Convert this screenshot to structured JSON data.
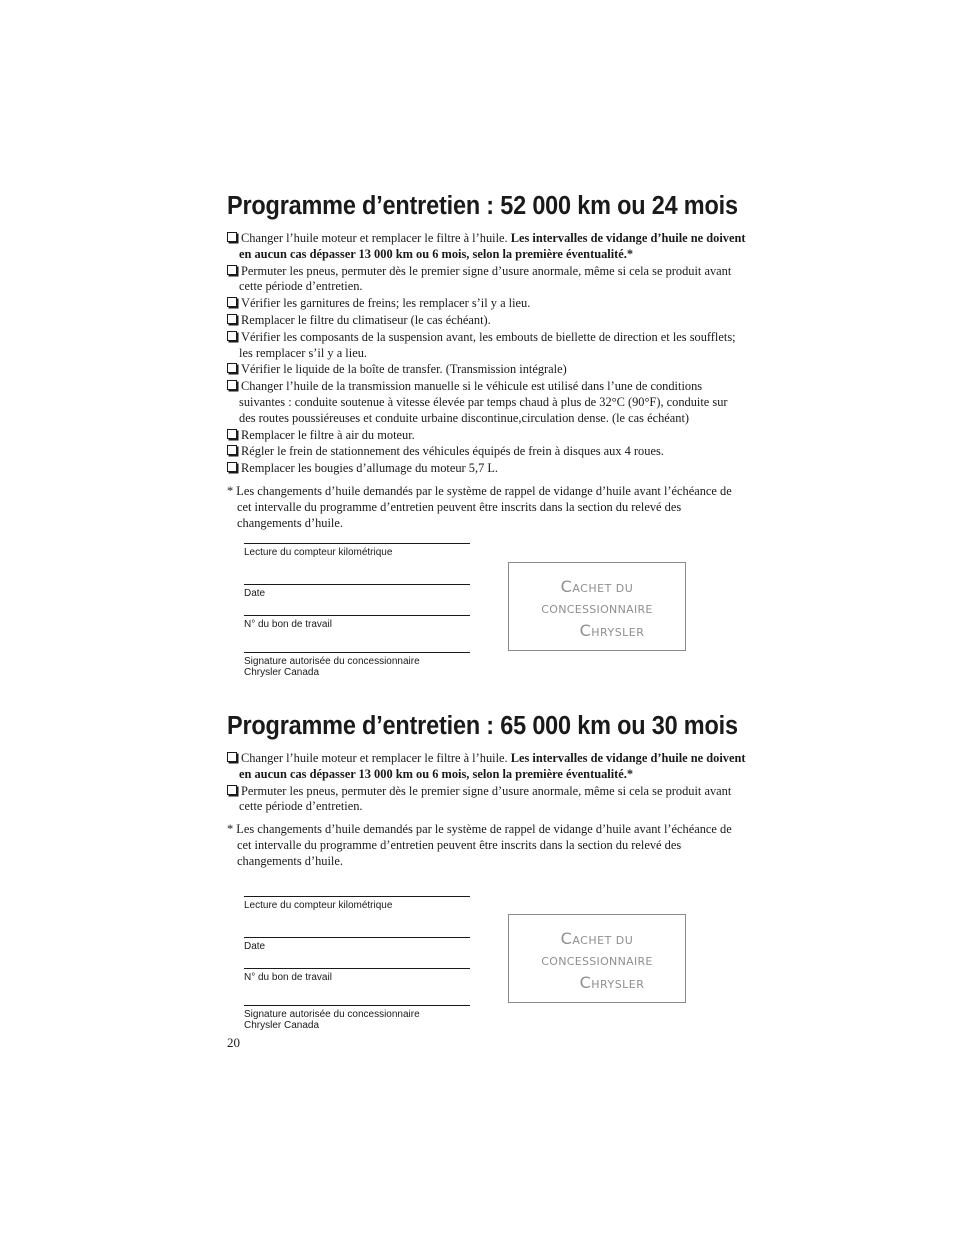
{
  "section1": {
    "title": "Programme d’entretien : 52 000 km ou 24 mois",
    "items": [
      {
        "text": "Changer l’huile moteur et remplacer le filtre à l’huile. ",
        "bold": "Les intervalles de vidange d’huile ne doivent en aucun cas dépasser 13 000 km ou 6 mois, selon la première éventualité.*"
      },
      {
        "text": "Permuter les pneus, permuter dès le premier signe d’usure anormale, même si cela se produit avant cette période d’entretien.",
        "bold": ""
      },
      {
        "text": "Vérifier les garnitures de freins; les remplacer s’il y a lieu.",
        "bold": ""
      },
      {
        "text": "Remplacer le filtre du climatiseur (le cas échéant).",
        "bold": ""
      },
      {
        "text": "Vérifier les composants de la suspension avant, les embouts de biellette de direction et les soufflets; les remplacer s’il y a lieu.",
        "bold": ""
      },
      {
        "text": "Vérifier le liquide de la boîte de transfer. (Transmission intégrale)",
        "bold": ""
      },
      {
        "text": "Changer l’huile de la transmission manuelle si le véhicule est utilisé dans l’une de conditions suivantes : conduite soutenue à vitesse élevée par temps chaud à plus de 32°C (90°F), conduite sur des routes poussiéreuses et conduite urbaine discontinue,circulation dense. (le cas échéant)",
        "bold": ""
      },
      {
        "text": "Remplacer le filtre à air du moteur.",
        "bold": ""
      },
      {
        "text": "Régler le frein de stationnement des véhicules équipés de frein à disques aux 4 roues.",
        "bold": ""
      },
      {
        "text": "Remplacer les bougies d’allumage du moteur 5,7 L.",
        "bold": ""
      }
    ],
    "note": "* Les changements d’huile demandés par le système de rappel de vidange d’huile avant l’échéance de cet intervalle du programme d’entretien peuvent être inscrits dans la section du relevé des changements d’huile."
  },
  "section2": {
    "title": "Programme d’entretien : 65 000 km ou 30 mois",
    "items": [
      {
        "text": "Changer l’huile moteur et remplacer le filtre à l’huile. ",
        "bold": "Les intervalles de vidange d’huile ne doivent en aucun cas dépasser 13 000 km ou 6 mois, selon la première éventualité.*"
      },
      {
        "text": "Permuter les pneus, permuter dès le premier signe d’usure anormale, même si cela se produit avant cette période d’entretien.",
        "bold": ""
      }
    ],
    "note": "* Les changements d’huile demandés par le système de rappel de vidange d’huile avant l’échéance de cet intervalle du programme d’entretien peuvent être inscrits dans la section du relevé des changements d’huile."
  },
  "signature_fields": {
    "odometer": "Lecture du compteur kilométrique",
    "date": "Date",
    "work_order": "N° du bon de travail",
    "signature": "Signature autorisée du concessionnaire\nChrysler Canada"
  },
  "stamp": {
    "line1_initial": "C",
    "line1_rest": "ACHET DU",
    "line2": "CONCESSIONNAIRE",
    "line3_initial": "C",
    "line3_rest": "HRYSLER"
  },
  "page_number": "20"
}
